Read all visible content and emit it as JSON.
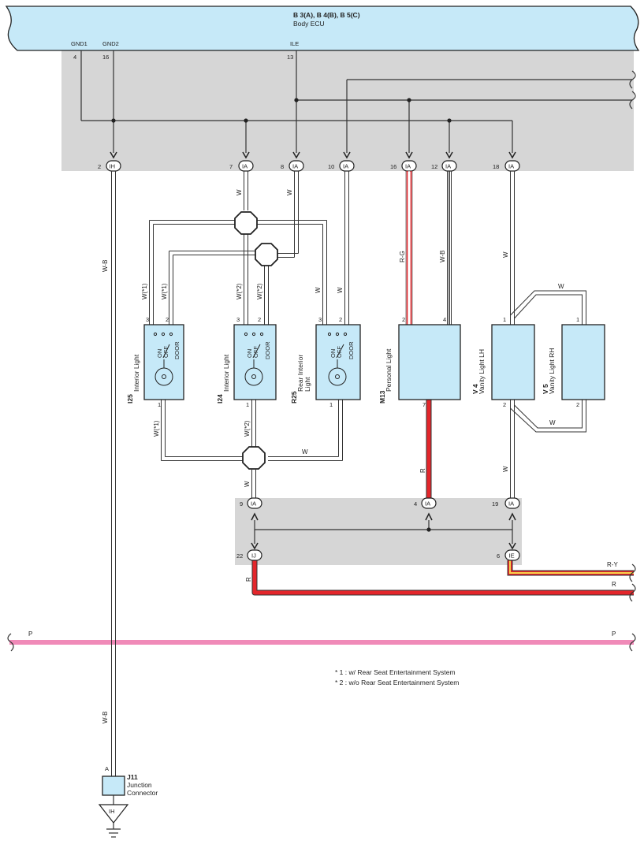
{
  "ecu": {
    "title": "B 3(A), B 4(B), B 5(C)",
    "name": "Body ECU",
    "pins": {
      "gnd1": "GND1",
      "gnd2": "GND2",
      "ile": "ILE"
    },
    "pin_numbers": {
      "gnd1": "4",
      "gnd2": "16",
      "ile": "13"
    }
  },
  "top_connectors": [
    {
      "pin": "2",
      "code": "IH"
    },
    {
      "pin": "7",
      "code": "IA"
    },
    {
      "pin": "8",
      "code": "IA"
    },
    {
      "pin": "10",
      "code": "IA"
    },
    {
      "pin": "16",
      "code": "IA"
    },
    {
      "pin": "12",
      "code": "IA"
    },
    {
      "pin": "18",
      "code": "IA"
    }
  ],
  "bottom_connectors": [
    {
      "pin": "9",
      "code": "IA"
    },
    {
      "pin": "4",
      "code": "IA"
    },
    {
      "pin": "19",
      "code": "IA"
    },
    {
      "pin": "22",
      "code": "IJ"
    },
    {
      "pin": "6",
      "code": "IE"
    }
  ],
  "components": {
    "i25": {
      "id": "I25",
      "name": "Interior Light",
      "switch": [
        "ON",
        "OFF",
        "DOOR"
      ],
      "pins": [
        "3",
        "2",
        "1"
      ]
    },
    "i24": {
      "id": "I24",
      "name": "Interior Light",
      "switch": [
        "ON",
        "OFF",
        "DOOR"
      ],
      "pins": [
        "3",
        "2",
        "1"
      ]
    },
    "r25": {
      "id": "R25",
      "name1": "Rear Interior",
      "name2": "Light",
      "switch": [
        "ON",
        "OFF",
        "DOOR"
      ],
      "pins": [
        "3",
        "2",
        "1"
      ]
    },
    "m13": {
      "id": "M13",
      "name": "Personal Light",
      "pins": [
        "2",
        "4",
        "7"
      ]
    },
    "v4": {
      "id": "V 4",
      "name": "Vanity Light LH",
      "pins": [
        "1",
        "2"
      ]
    },
    "v5": {
      "id": "V 5",
      "name": "Vanity Light RH",
      "pins": [
        "1",
        "2"
      ]
    }
  },
  "wire_labels": {
    "wb": "W-B",
    "w": "W",
    "w1": "W(*1)",
    "w2": "W(*2)",
    "rg": "R-G",
    "r": "R",
    "ry": "R-Y",
    "p": "P"
  },
  "junction": {
    "pin": "A",
    "id": "J11",
    "name1": "Junction",
    "name2": "Connector",
    "ground_code": "IH"
  },
  "notes": [
    "* 1 : w/ Rear Seat Entertainment System",
    "* 2 : w/o Rear Seat Entertainment System"
  ],
  "colors": {
    "ecu_fill": "#c6e9f8",
    "component_fill": "#c6e9f8",
    "shaded_area": "#d6d6d6",
    "red_wire": "#e3262b",
    "pink_wire": "#f08ab8",
    "yellow_stripe": "#f7d34a",
    "wire": "#333333"
  }
}
